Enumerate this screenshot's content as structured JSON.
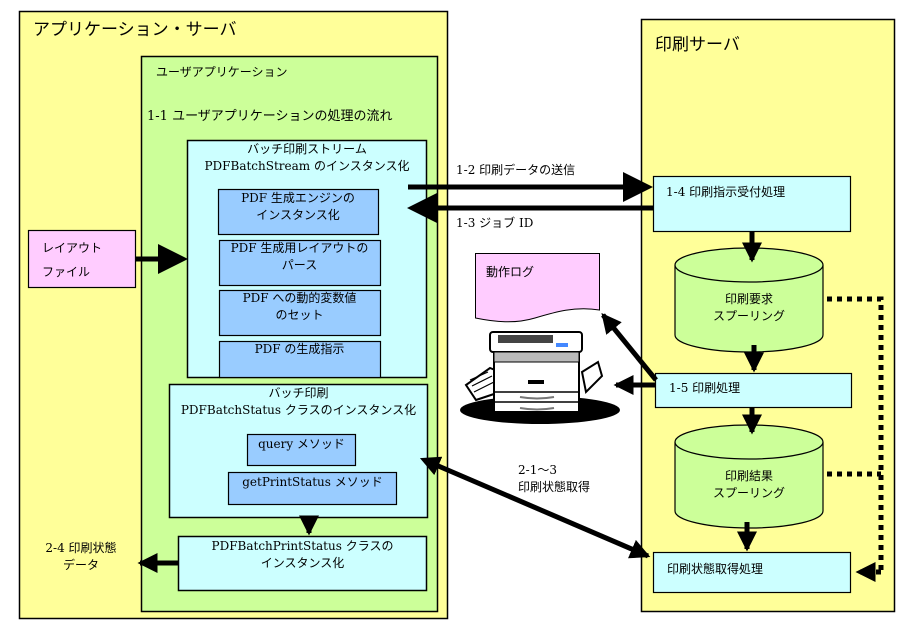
{
  "colors": {
    "server_bg": "#FFFF99",
    "app_bg": "#CCFF99",
    "class_bg": "#CCFFFF",
    "step_bg": "#99CCFF",
    "file_bg": "#FFCCFF",
    "spool_bg": "#CCFF99",
    "line": "#000000"
  },
  "app_server": {
    "title": "アプリケーション・サーバ",
    "layout_file": {
      "line1": "レイアウト",
      "line2": "ファイル"
    },
    "status_data_label": {
      "line1": "2-4 印刷状態",
      "line2": "データ"
    },
    "user_app": {
      "title": "ユーザアプリケーション",
      "flow_label": "1-1 ユーザアプリケーションの処理の流れ",
      "batch_stream": {
        "line1": "バッチ印刷ストリーム",
        "line2": "PDFBatchStream のインスタンス化",
        "steps": [
          {
            "line1": "PDF 生成エンジンの",
            "line2": "インスタンス化"
          },
          {
            "line1": "PDF 生成用レイアウトの",
            "line2": "パース"
          },
          {
            "line1": "PDF への動的変数値",
            "line2": "のセット"
          },
          {
            "line1": "PDF の生成指示",
            "line2": ""
          }
        ]
      },
      "batch_status": {
        "line1": "バッチ印刷",
        "line2": "PDFBatchStatus クラスのインスタンス化",
        "methods": [
          "query メソッド",
          "getPrintStatus メソッド"
        ]
      },
      "batch_print_status": {
        "line1": "PDFBatchPrintStatus クラスの",
        "line2": "インスタンス化"
      }
    }
  },
  "connections": {
    "send_print_data": "1-2 印刷データの送信",
    "job_id": "1-3 ジョブ ID",
    "get_status": {
      "line1": "2-1～3",
      "line2": "印刷状態取得"
    }
  },
  "operation_log": "動作ログ",
  "printer_icon": "printer-icon",
  "print_server": {
    "title": "印刷サーバ",
    "accept": "1-4 印刷指示受付処理",
    "request_spool": {
      "line1": "印刷要求",
      "line2": "スプーリング"
    },
    "print_process": "1-5 印刷処理",
    "result_spool": {
      "line1": "印刷結果",
      "line2": "スプーリング"
    },
    "status_process": "印刷状態取得処理"
  }
}
